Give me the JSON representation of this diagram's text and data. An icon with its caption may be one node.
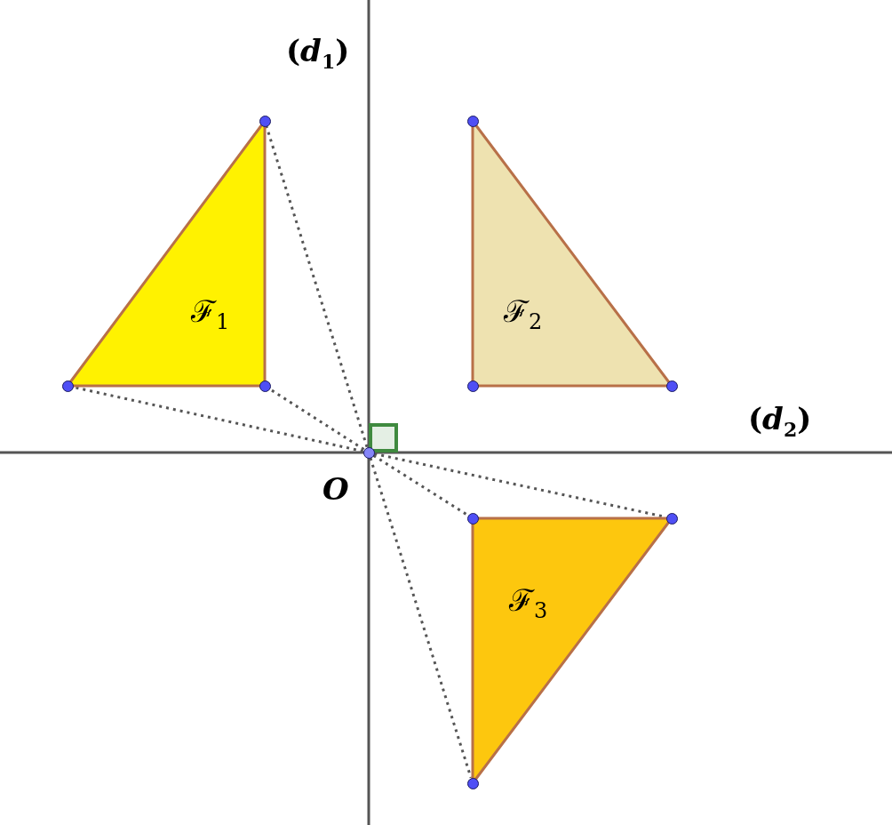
{
  "diagram": {
    "nodes": [
      {
        "text": [
          "ℱ$_{1}$"
        ]
      },
      {
        "text": [
          "ℱ$_{2}$"
        ]
      },
      {
        "text": [
          "ℱ$_{3}$"
        ]
      },
      {
        "text": [],
        "shape": "circle",
        "beside": [
          "O"
        ]
      },
      {
        "text": [],
        "shape": "circle"
      },
      {
        "text": [],
        "shape": "circle"
      },
      {
        "text": [],
        "shape": "circle"
      },
      {
        "text": [],
        "shape": "circle"
      },
      {
        "text": [],
        "shape": "circle"
      },
      {
        "text": [],
        "shape": "circle"
      },
      {
        "text": [],
        "shape": "circle"
      },
      {
        "text": [],
        "shape": "circle"
      },
      {
        "text": [],
        "shape": "circle"
      }
    ],
    "edges": [
      {
        "from": 3,
        "to": 4,
        "arrow": "none",
        "style": "dashed"
      },
      {
        "from": 3,
        "to": 6,
        "arrow": "none",
        "style": "dashed"
      },
      {
        "from": 3,
        "to": 7,
        "arrow": "none",
        "style": "dashed"
      },
      {
        "from": 3,
        "to": 10,
        "arrow": "none",
        "style": "dashed"
      },
      {
        "from": 3,
        "to": 11,
        "arrow": "none",
        "style": "dashed"
      },
      {
        "from": 3,
        "to": 12,
        "arrow": "none",
        "style": "dashed"
      }
    ],
    "labels": [
      "(*d*$_{1}$)",
      "(*d*$_{2}$)"
    ]
  }
}
